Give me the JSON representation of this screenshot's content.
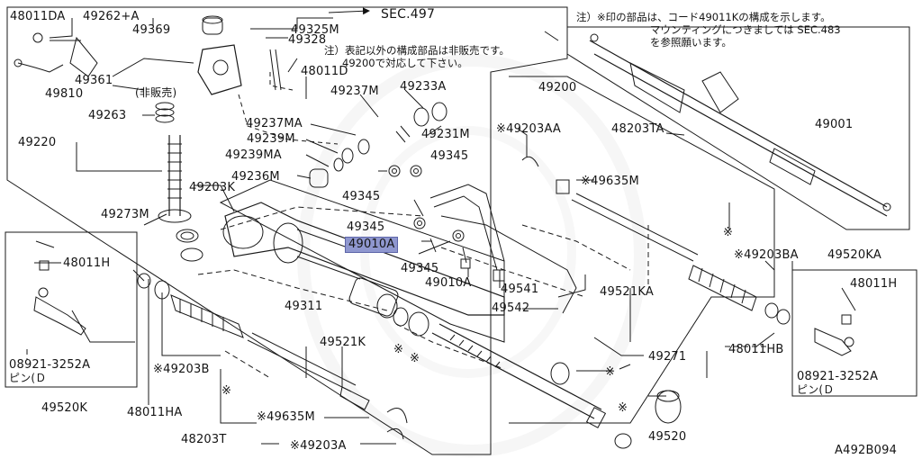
{
  "labels": {
    "p48011DA": "48011DA",
    "p49262A": "49262+A",
    "sec497": "SEC.497",
    "p49369": "49369",
    "p49325M": "49325M",
    "p49328": "49328",
    "p49361": "49361",
    "hihanbai": "(非販売)",
    "p48011D": "48011D",
    "p49810": "49810",
    "p49263": "49263",
    "p49237M": "49237M",
    "p49233A": "49233A",
    "p49220": "49220",
    "p49237MA": "49237MA",
    "p49239M": "49239M",
    "p49231M": "49231M",
    "p49239MA": "49239MA",
    "p49345a": "49345",
    "p49236M": "49236M",
    "p49203K": "49203K",
    "p49345b": "49345",
    "p49273M": "49273M",
    "p49345c": "49345",
    "p49010A_hl": "49010A",
    "p49345d": "49345",
    "p49010A": "49010A",
    "p49541": "49541",
    "p48011H_l": "48011H",
    "p49311": "49311",
    "p49542": "49542",
    "p49521K": "49521K",
    "p08921_l": "08921-3252A",
    "pin_l": "ピン(Ｄ",
    "p49203B": "※49203B",
    "p49520K": "49520K",
    "p48011HA": "48011HA",
    "p49635M_b": "※49635M",
    "p48203T": "48203T",
    "p49203A": "※49203A",
    "p49200": "49200",
    "p49203AA": "※49203AA",
    "p48203TA": "48203TA",
    "p49001": "49001",
    "p49635M_t": "※49635M",
    "p49203BA": "※49203BA",
    "p49520KA": "49520KA",
    "p48011H_r": "48011H",
    "p49521KA": "49521KA",
    "p48011HB": "48011HB",
    "p08921_r": "08921-3252A",
    "pin_r": "ピン(Ｄ",
    "p49271": "49271",
    "p49520": "49520",
    "code": "A492B094",
    "ast1": "※",
    "ast2": "※",
    "ast3": "※",
    "ast4": "※",
    "ast5": "※",
    "ast6": "※"
  },
  "notes": {
    "mid_line1": "注）表記以外の構成部品は非販売です。",
    "mid_line2": "49200で対応して下さい。",
    "top_line1": "注）※印の部品は、コード49011Kの構成を示します。",
    "top_line2": "マウンティングにつきましては SEC.483",
    "top_line3": "を参照願います。"
  }
}
